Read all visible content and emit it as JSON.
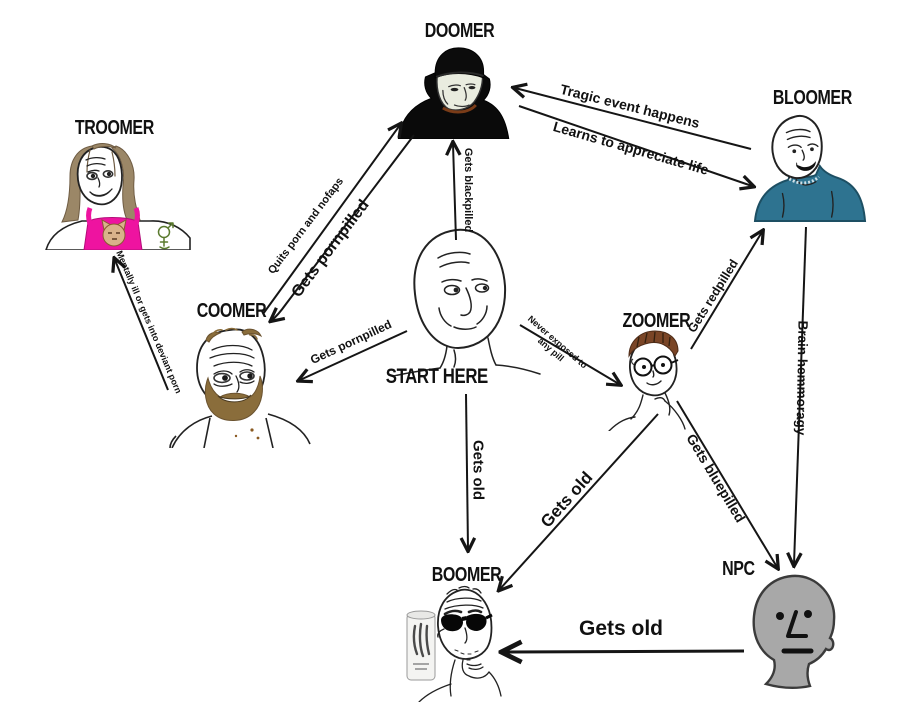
{
  "nodes": [
    {
      "id": "doomer",
      "label": "DOOMER"
    },
    {
      "id": "bloomer",
      "label": "BLOOMER"
    },
    {
      "id": "troomer",
      "label": "TROOMER"
    },
    {
      "id": "coomer",
      "label": "COOMER"
    },
    {
      "id": "start",
      "label": "START HERE"
    },
    {
      "id": "zoomer",
      "label": "ZOOMER"
    },
    {
      "id": "boomer",
      "label": "BOOMER"
    },
    {
      "id": "npc",
      "label": "NPC"
    }
  ],
  "edges": [
    {
      "from": "start",
      "to": "doomer",
      "label": "Gets blackpilled"
    },
    {
      "from": "coomer",
      "to": "doomer",
      "label": "Quits porn and nofaps"
    },
    {
      "from": "doomer",
      "to": "coomer",
      "label": "Gets pornpilled"
    },
    {
      "from": "bloomer",
      "to": "doomer",
      "label": "Tragic event happens"
    },
    {
      "from": "doomer",
      "to": "bloomer",
      "label": "Learns to appreciate life"
    },
    {
      "from": "start",
      "to": "coomer",
      "label": "Gets pornpilled"
    },
    {
      "from": "coomer",
      "to": "troomer",
      "label": "Mentally ill or gets into deviant porn"
    },
    {
      "from": "start",
      "to": "zoomer",
      "label": "Never exposed to any pill"
    },
    {
      "from": "zoomer",
      "to": "bloomer",
      "label": "Gets redpilled"
    },
    {
      "from": "bloomer",
      "to": "npc",
      "label": "Brain hemmoragy"
    },
    {
      "from": "start",
      "to": "boomer",
      "label": "Gets old"
    },
    {
      "from": "zoomer",
      "to": "boomer",
      "label": "Gets old"
    },
    {
      "from": "zoomer",
      "to": "npc",
      "label": "Gets bluepilled"
    },
    {
      "from": "npc",
      "to": "boomer",
      "label": "Gets old"
    }
  ],
  "colors": {
    "background": "#ffffff",
    "outline": "#1a1a1a",
    "doomer_clothes": "#0a0a0a",
    "doomer_face": "#e9ecdf",
    "doomer_collar": "#7a3c18",
    "bloomer_hoodie": "#2e7390",
    "troomer_shirt": "#ee13a0",
    "troomer_hair": "#9b8767",
    "troomer_cat": "#d9b28a",
    "troomer_tattoo": "#5a7a2e",
    "coomer_beard": "#8a6d3b",
    "zoomer_hair": "#7a4526",
    "npc_skin": "#a8a8a8",
    "can_body": "#f4f4f2"
  }
}
